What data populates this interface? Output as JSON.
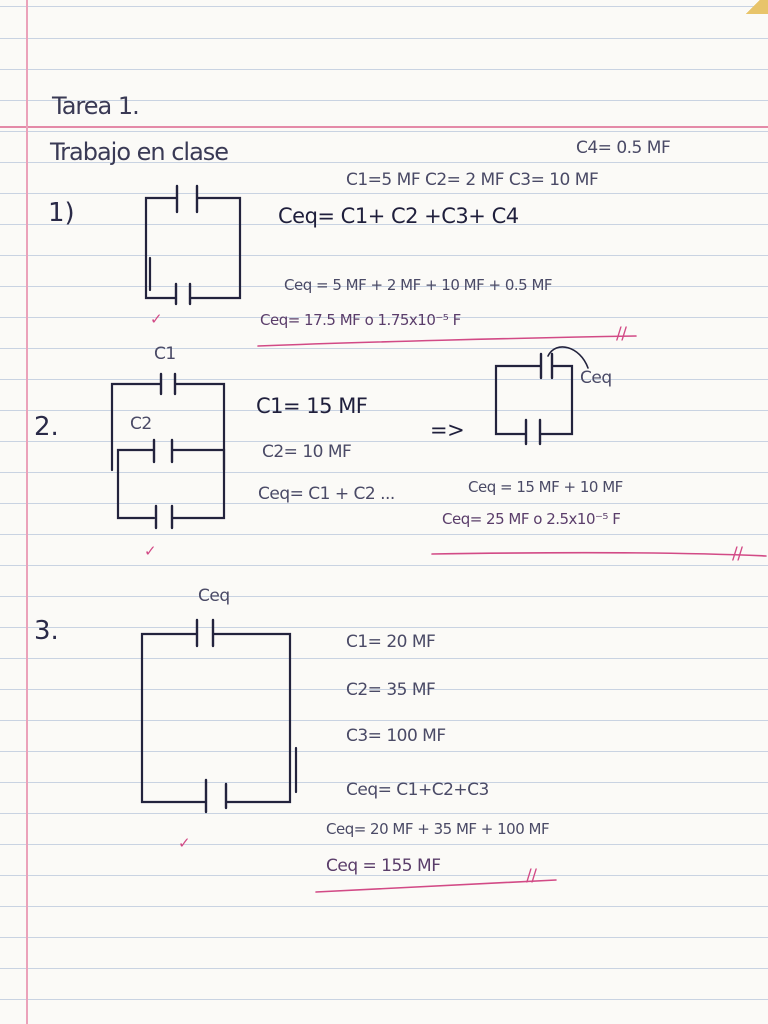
{
  "header": {
    "title": "Tarea 1.",
    "subtitle": "Trabajo en clase"
  },
  "problem1": {
    "number": "1)",
    "c4": "C4= 0.5 MF",
    "given": "C1=5 MF C2= 2 MF C3= 10 MF",
    "formula": "Ceq= C1+ C2 +C3+ C4",
    "substitution": "Ceq = 5 MF + 2 MF + 10 MF + 0.5 MF",
    "result": "Ceq= 17.5 MF o 1.75x10⁻⁵ F",
    "end_mark": "//",
    "check": "✓"
  },
  "problem2": {
    "number": "2.",
    "label_c1": "C1",
    "label_c2": "C2",
    "c1": "C1= 15 MF",
    "c2": "C2= 10 MF",
    "arrow": "=>",
    "equivalent_label": "Ceq",
    "formula": "Ceq= C1 + C2 ...",
    "substitution": "Ceq = 15 MF + 10 MF",
    "result": "Ceq= 25 MF o 2.5x10⁻⁵ F",
    "end_mark": "//",
    "check": "✓"
  },
  "problem3": {
    "number": "3.",
    "equivalent_label": "Ceq",
    "c1": "C1= 20 MF",
    "c2": "C2= 35 MF",
    "c3": "C3= 100 MF",
    "formula": "Ceq= C1+C2+C3",
    "substitution": "Ceq= 20 MF + 35 MF + 100 MF",
    "result": "Ceq = 155 MF",
    "end_mark": "//",
    "check": "✓"
  }
}
